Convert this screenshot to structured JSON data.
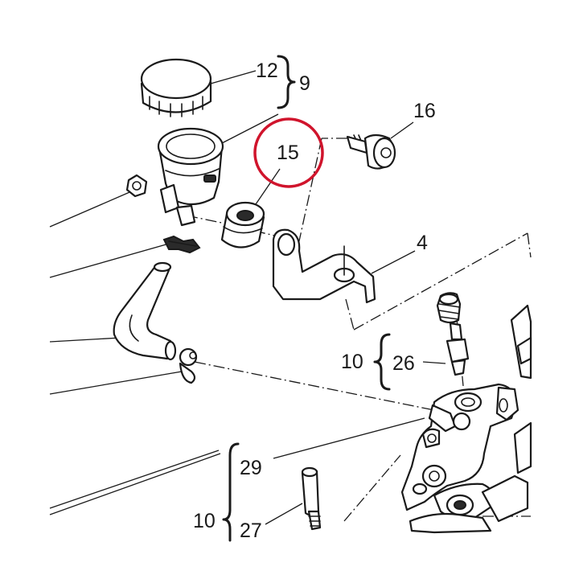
{
  "callouts": {
    "c12": "12",
    "c9": "9",
    "c15": "15",
    "c16": "16",
    "c4": "4",
    "c10a": "10",
    "c26": "26",
    "c29": "29",
    "c10b": "10",
    "c27": "27"
  },
  "highlight": {
    "target_part": "15",
    "color": "#d0142c"
  },
  "colors": {
    "ink": "#1a1a1a",
    "background": "#ffffff"
  }
}
